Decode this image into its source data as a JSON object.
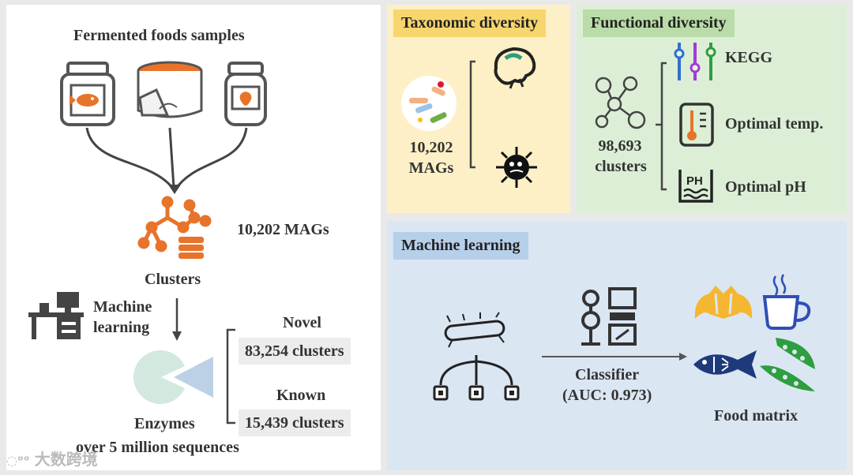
{
  "left": {
    "title": "Fermented foods samples",
    "mags": "10,202 MAGs",
    "clusters": "Clusters",
    "machine_learning": "Machine learning",
    "novel_label": "Novel",
    "novel_count": "83,254 clusters",
    "known_label": "Known",
    "known_count": "15,439 clusters",
    "enzymes": "Enzymes",
    "sequences": "over 5 million sequences"
  },
  "taxonomic": {
    "title": "Taxonomic diversity",
    "count": "10,202",
    "unit": "MAGs"
  },
  "functional": {
    "title": "Functional diversity",
    "count": "98,693",
    "unit": "clusters",
    "items": [
      "KEGG",
      "Optimal temp.",
      "Optimal pH"
    ],
    "ph_icon_text": "PH"
  },
  "ml": {
    "title": "Machine learning",
    "classifier": "Classifier",
    "auc": "(AUC: 0.973)",
    "food_matrix": "Food matrix"
  },
  "watermark": "大数跨境",
  "colors": {
    "orange": "#e8732a",
    "taxonomic_bg": "#fdf0c6",
    "functional_bg": "#dcefd6",
    "ml_bg": "#dbe6f3",
    "tag_yellow": "#f7d66e",
    "tag_green": "#b9dca8",
    "tag_blue": "#b7d0ea"
  }
}
